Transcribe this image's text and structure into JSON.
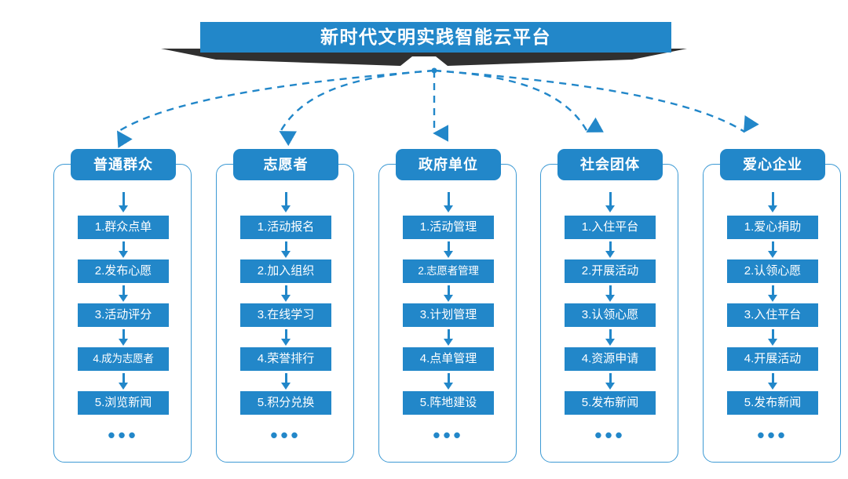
{
  "banner": {
    "title": "新时代文明实践智能云平台",
    "accent_color": "#2287c9",
    "shadow_color": "#303030"
  },
  "columns": [
    {
      "id": "general-public",
      "header": "普通群众",
      "items": [
        "1.群众点单",
        "2.发布心愿",
        "3.活动评分",
        "4.成为志愿者",
        "5.浏览新闻"
      ],
      "more": "•••"
    },
    {
      "id": "volunteer",
      "header": "志愿者",
      "items": [
        "1.活动报名",
        "2.加入组织",
        "3.在线学习",
        "4.荣誉排行",
        "5.积分兑换"
      ],
      "more": "•••"
    },
    {
      "id": "government-unit",
      "header": "政府单位",
      "items": [
        "1.活动管理",
        "2.志愿者管理",
        "3.计划管理",
        "4.点单管理",
        "5.阵地建设"
      ],
      "more": "•••"
    },
    {
      "id": "social-group",
      "header": "社会团体",
      "items": [
        "1.入住平台",
        "2.开展活动",
        "3.认领心愿",
        "4.资源申请",
        "5.发布新闻"
      ],
      "more": "•••"
    },
    {
      "id": "charity-enterprise",
      "header": "爱心企业",
      "items": [
        "1.爱心捐助",
        "2.认领心愿",
        "3.入住平台",
        "4.开展活动",
        "5.发布新闻"
      ],
      "more": "•••"
    }
  ]
}
